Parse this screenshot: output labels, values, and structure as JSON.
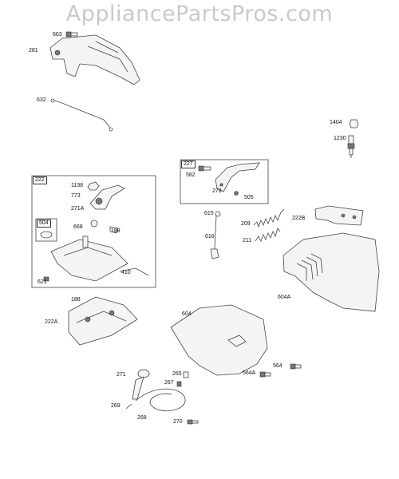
{
  "watermark": "AppliancePartsPros.com",
  "group_boxes": [
    {
      "id": "g227",
      "label": "227"
    },
    {
      "id": "g222",
      "label": "222"
    },
    {
      "id": "g504",
      "label": "504"
    }
  ],
  "callouts": {
    "c663": "663",
    "c281": "281",
    "c632": "632",
    "c1404": "1404",
    "c1230": "1230",
    "c582": "582",
    "c278": "278",
    "c505": "505",
    "c615": "615",
    "c209": "209",
    "c222b": "222B",
    "c616": "616",
    "c211": "211",
    "c1138": "1138",
    "c773": "773",
    "c271a": "271A",
    "c668": "668",
    "c188a": "188",
    "c410": "410",
    "c621": "621",
    "c604a": "604A",
    "c188b": "188",
    "c222a": "222A",
    "c604": "604",
    "c564": "564",
    "c564a": "564A",
    "c271": "271",
    "c265": "265",
    "c267": "267",
    "c269": "269",
    "c268": "268",
    "c270": "270"
  }
}
